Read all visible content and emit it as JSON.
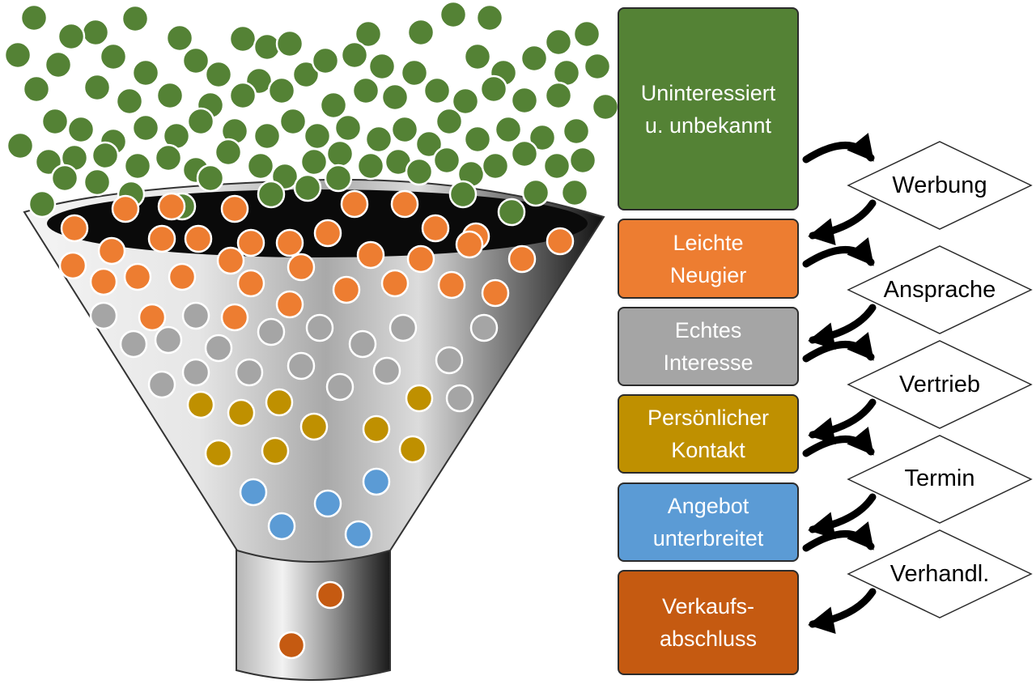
{
  "stages": [
    {
      "label": "Uninteressiert\nu. unbekannt",
      "color": "#548235"
    },
    {
      "label": "Leichte\nNeugier",
      "color": "#ED7D31"
    },
    {
      "label": "Echtes\nInteresse",
      "color": "#A5A5A5"
    },
    {
      "label": "Persönlicher\nKontakt",
      "color": "#BF9000"
    },
    {
      "label": "Angebot\nunterbreitet",
      "color": "#5B9BD5"
    },
    {
      "label": "Verkaufs-\nabschluss",
      "color": "#C55A11"
    }
  ],
  "steps": [
    "Werbung",
    "Ansprache",
    "Vertrieb",
    "Termin",
    "Verhandl."
  ]
}
